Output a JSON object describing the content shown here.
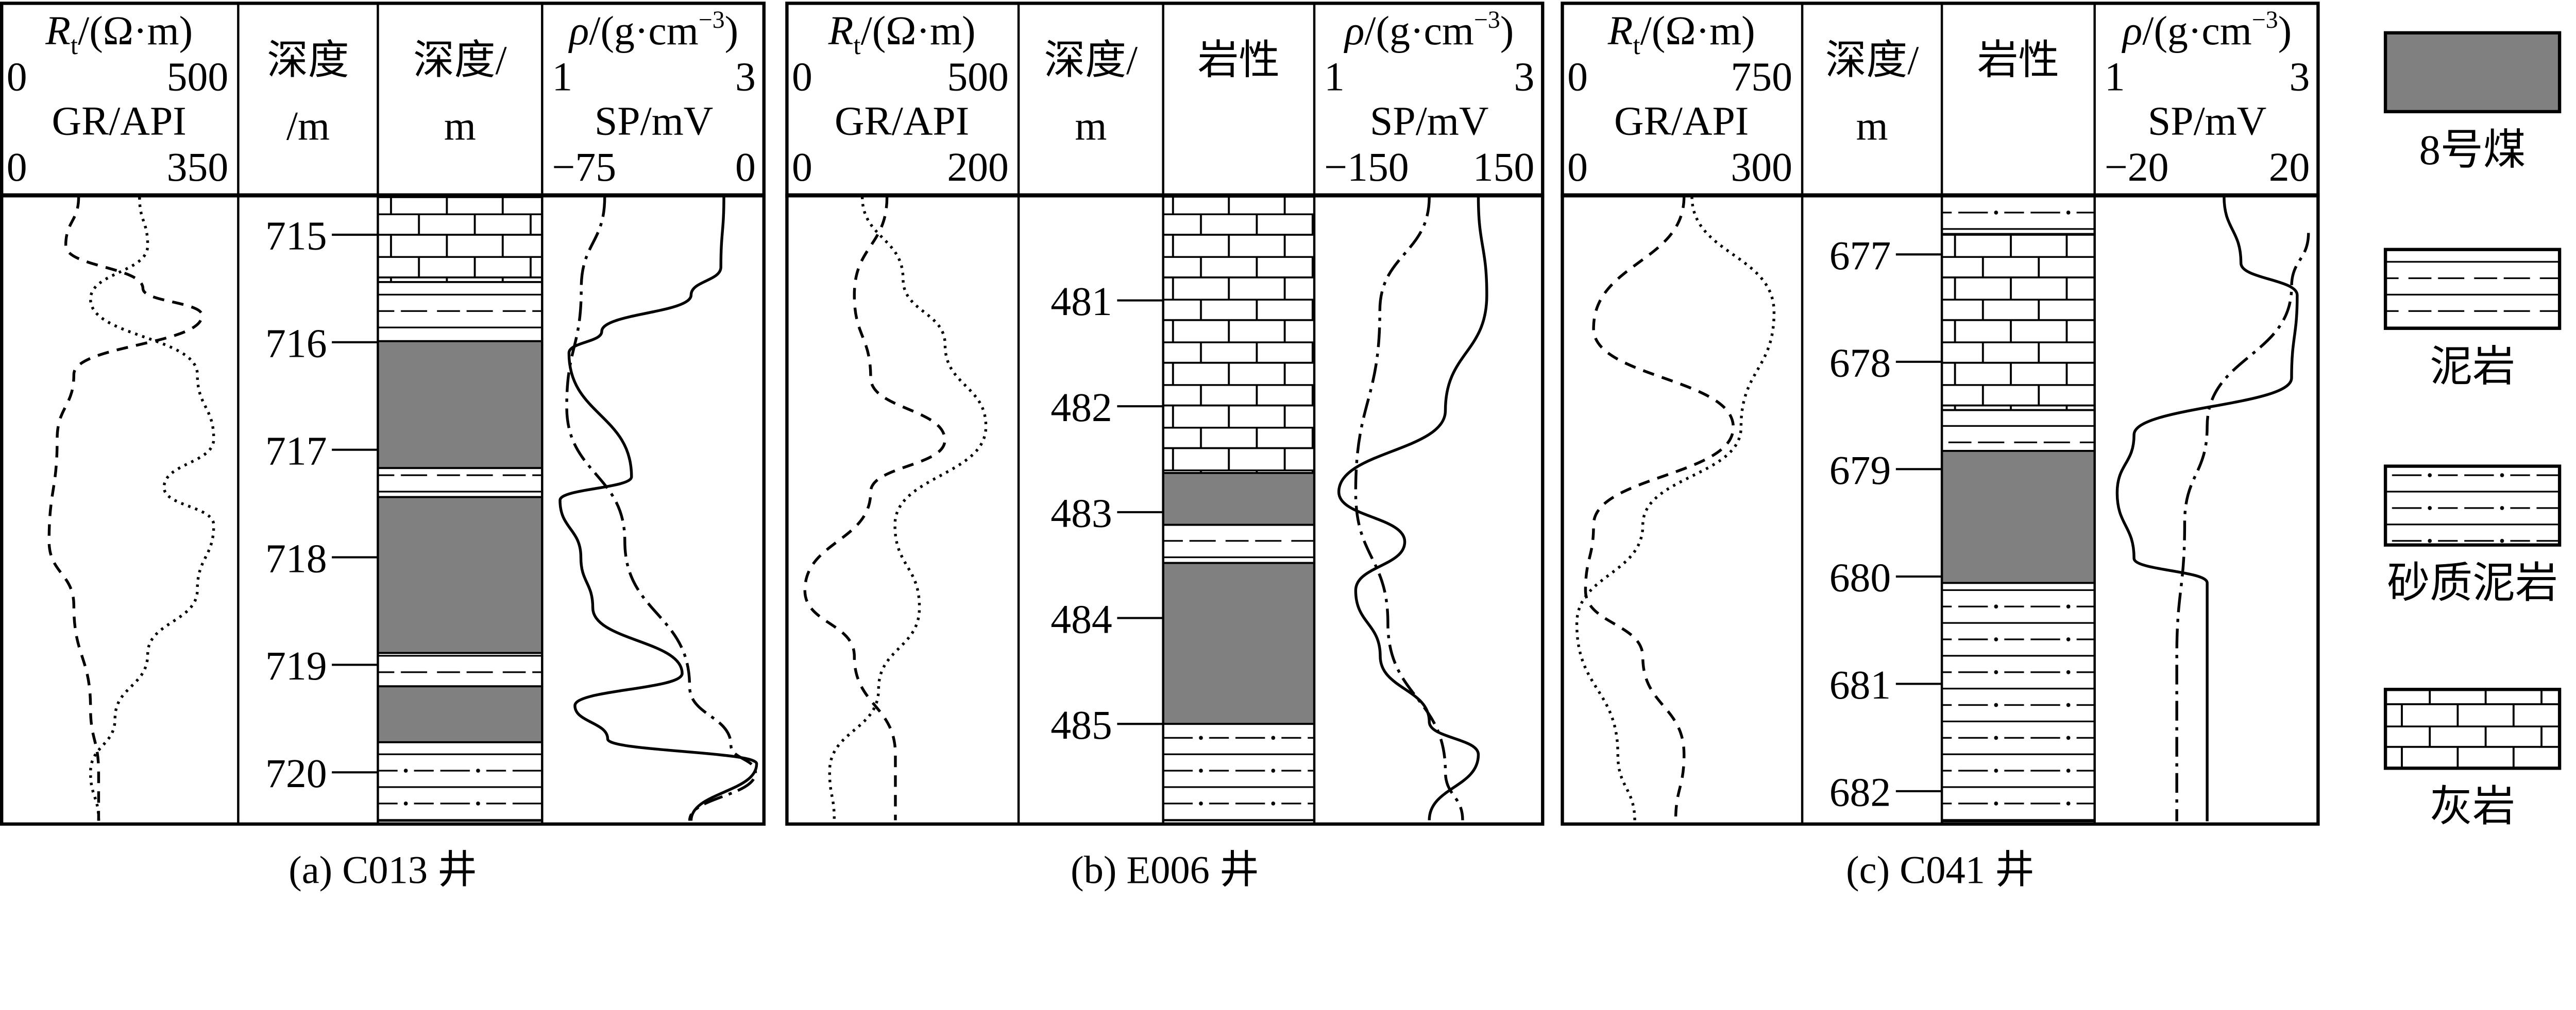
{
  "colors": {
    "coal": "#808080",
    "line": "#000000",
    "background": "#ffffff"
  },
  "panels": [
    {
      "caption": "(a)  C013 井",
      "track1": {
        "rt_symbol": "R",
        "rt_sub": "t",
        "rt_unit": "/(Ω·m)",
        "rt_min": "0",
        "rt_max": "500",
        "gr_label": "GR/API",
        "gr_min": "0",
        "gr_max": "350"
      },
      "depth_header": [
        "深度",
        "/m"
      ],
      "litho_header": [
        "深度/",
        "m"
      ],
      "track4": {
        "rho_symbol": "ρ",
        "rho_unit": "/(g·cm",
        "rho_sup": "−3",
        "rho_close": ")",
        "rho_min": "1",
        "rho_max": "3",
        "sp_label": "SP/mV",
        "sp_min": "−75",
        "sp_max": "0"
      },
      "depth_ticks": [
        "715",
        "716",
        "717",
        "718",
        "719",
        "720"
      ],
      "layers": [
        {
          "type": "limestone",
          "top": 714.65,
          "bottom": 715.44
        },
        {
          "type": "mudstone",
          "top": 715.44,
          "bottom": 715.99
        },
        {
          "type": "coal",
          "top": 715.99,
          "bottom": 717.17
        },
        {
          "type": "mudstone",
          "top": 717.17,
          "bottom": 717.44
        },
        {
          "type": "coal",
          "top": 717.44,
          "bottom": 718.89
        },
        {
          "type": "mudstone",
          "top": 718.89,
          "bottom": 719.2
        },
        {
          "type": "coal",
          "top": 719.2,
          "bottom": 719.72
        },
        {
          "type": "sandy_mudstone",
          "top": 719.72,
          "bottom": 720.45
        }
      ],
      "curves": {
        "Rt": [
          [
            714.65,
            165
          ],
          [
            715.1,
            138
          ],
          [
            715.5,
            300
          ],
          [
            715.75,
            424
          ],
          [
            716.3,
            155
          ],
          [
            716.9,
            120
          ],
          [
            717.85,
            103
          ],
          [
            718.45,
            155
          ],
          [
            719.4,
            190
          ],
          [
            720.0,
            207
          ],
          [
            720.45,
            207
          ]
        ],
        "GR": [
          [
            714.65,
            205
          ],
          [
            715.1,
            217
          ],
          [
            715.6,
            133
          ],
          [
            716.3,
            290
          ],
          [
            716.9,
            314
          ],
          [
            717.35,
            241
          ],
          [
            717.7,
            314
          ],
          [
            718.3,
            290
          ],
          [
            718.9,
            217
          ],
          [
            719.5,
            169
          ],
          [
            720.0,
            133
          ],
          [
            720.45,
            145
          ]
        ],
        "rho": [
          [
            714.65,
            1.56
          ],
          [
            715.5,
            1.35
          ],
          [
            716.6,
            1.22
          ],
          [
            717.85,
            1.74
          ],
          [
            719.2,
            2.32
          ],
          [
            719.75,
            2.69
          ],
          [
            720.0,
            2.91
          ],
          [
            720.45,
            2.32
          ]
        ],
        "SP": [
          [
            714.65,
            -14
          ],
          [
            715.3,
            -15
          ],
          [
            715.56,
            -25
          ],
          [
            715.9,
            -55
          ],
          [
            716.1,
            -66
          ],
          [
            717.25,
            -45
          ],
          [
            717.47,
            -69
          ],
          [
            718.0,
            -62
          ],
          [
            718.47,
            -58
          ],
          [
            719.08,
            -28
          ],
          [
            719.38,
            -64
          ],
          [
            719.69,
            -53
          ],
          [
            719.92,
            -3
          ],
          [
            720.45,
            -25
          ]
        ]
      },
      "ranges": {
        "Rt": [
          0,
          500
        ],
        "GR": [
          0,
          350
        ],
        "rho": [
          1,
          3
        ],
        "SP": [
          -75,
          0
        ]
      }
    },
    {
      "caption": "(b)  E006 井",
      "track1": {
        "rt_symbol": "R",
        "rt_sub": "t",
        "rt_unit": "/(Ω·m)",
        "rt_min": "0",
        "rt_max": "500",
        "gr_label": "GR/API",
        "gr_min": "0",
        "gr_max": "200"
      },
      "depth_header": [
        "深度/",
        "m"
      ],
      "litho_header": [
        "岩性",
        ""
      ],
      "track4": {
        "rho_symbol": "ρ",
        "rho_unit": "/(g·cm",
        "rho_sup": "−3",
        "rho_close": ")",
        "rho_min": "1",
        "rho_max": "3",
        "sp_label": "SP/mV",
        "sp_min": "−150",
        "sp_max": "150"
      },
      "depth_ticks": [
        "481",
        "482",
        "483",
        "484",
        "485"
      ],
      "layers": [
        {
          "type": "limestone",
          "top": 480.02,
          "bottom": 482.63
        },
        {
          "type": "coal",
          "top": 482.63,
          "bottom": 483.12
        },
        {
          "type": "mudstone",
          "top": 483.12,
          "bottom": 483.48
        },
        {
          "type": "coal",
          "top": 483.48,
          "bottom": 485.0
        },
        {
          "type": "sandy_mudstone",
          "top": 485.0,
          "bottom": 485.91
        }
      ],
      "curves": {
        "Rt": [
          [
            480.02,
            218
          ],
          [
            480.95,
            148
          ],
          [
            481.73,
            183
          ],
          [
            482.32,
            342
          ],
          [
            482.81,
            183
          ],
          [
            483.74,
            42
          ],
          [
            484.36,
            148
          ],
          [
            485.29,
            236
          ],
          [
            485.91,
            236
          ]
        ],
        "GR": [
          [
            480.02,
            66
          ],
          [
            480.8,
            101
          ],
          [
            481.42,
            137
          ],
          [
            482.19,
            172
          ],
          [
            483.12,
            94
          ],
          [
            483.9,
            115
          ],
          [
            484.67,
            80
          ],
          [
            485.45,
            38
          ],
          [
            485.91,
            42
          ]
        ],
        "rho": [
          [
            480.02,
            2.0
          ],
          [
            481.1,
            1.57
          ],
          [
            482.81,
            1.36
          ],
          [
            484.05,
            1.64
          ],
          [
            485.45,
            2.14
          ],
          [
            485.91,
            2.29
          ]
        ],
        "SP": [
          [
            480.02,
            64
          ],
          [
            480.95,
            75
          ],
          [
            482.04,
            21
          ],
          [
            482.81,
            -118
          ],
          [
            483.28,
            -32
          ],
          [
            483.74,
            -96
          ],
          [
            484.36,
            -64
          ],
          [
            484.98,
            0
          ],
          [
            485.29,
            64
          ],
          [
            485.91,
            0
          ]
        ]
      },
      "ranges": {
        "Rt": [
          0,
          500
        ],
        "GR": [
          0,
          200
        ],
        "rho": [
          1,
          3
        ],
        "SP": [
          -150,
          150
        ]
      }
    },
    {
      "caption": "(c)  C041 井",
      "track1": {
        "rt_symbol": "R",
        "rt_sub": "t",
        "rt_unit": "/(Ω·m)",
        "rt_min": "0",
        "rt_max": "750",
        "gr_label": "GR/API",
        "gr_min": "0",
        "gr_max": "300"
      },
      "depth_header": [
        "深度/",
        "m"
      ],
      "litho_header": [
        "岩性",
        ""
      ],
      "track4": {
        "rho_symbol": "ρ",
        "rho_unit": "/(g·cm",
        "rho_sup": "−3",
        "rho_close": ")",
        "rho_min": "1",
        "rho_max": "3",
        "sp_label": "SP/mV",
        "sp_min": "−20",
        "sp_max": "20"
      },
      "depth_ticks": [
        "677",
        "678",
        "679",
        "680",
        "681",
        "682"
      ],
      "layers": [
        {
          "type": "sandy_mudstone",
          "top": 676.46,
          "bottom": 676.81
        },
        {
          "type": "limestone",
          "top": 676.81,
          "bottom": 678.45
        },
        {
          "type": "mudstone",
          "top": 678.45,
          "bottom": 678.83
        },
        {
          "type": "coal",
          "top": 678.83,
          "bottom": 680.06
        },
        {
          "type": "sandy_mudstone",
          "top": 680.06,
          "bottom": 682.28
        }
      ],
      "curves": {
        "Rt": [
          [
            676.46,
            383
          ],
          [
            677.69,
            102
          ],
          [
            678.61,
            536
          ],
          [
            679.52,
            102
          ],
          [
            680.13,
            77
          ],
          [
            680.75,
            255
          ],
          [
            681.66,
            383
          ],
          [
            682.28,
            357
          ]
        ],
        "GR": [
          [
            676.46,
            163
          ],
          [
            677.54,
            265
          ],
          [
            678.61,
            224
          ],
          [
            679.52,
            102
          ],
          [
            680.44,
            20
          ],
          [
            681.66,
            71
          ],
          [
            682.28,
            92
          ]
        ],
        "rho": [
          [
            676.8,
            2.9
          ],
          [
            677.3,
            2.75
          ],
          [
            678.6,
            2.0
          ],
          [
            679.5,
            1.8
          ],
          [
            680.75,
            1.73
          ],
          [
            682.28,
            1.73
          ]
        ],
        "SP": [
          [
            676.46,
            3
          ],
          [
            677.08,
            6
          ],
          [
            677.38,
            16
          ],
          [
            678.15,
            15
          ],
          [
            678.68,
            -13
          ],
          [
            679.22,
            -16
          ],
          [
            679.83,
            -13
          ],
          [
            680.06,
            0
          ],
          [
            682.28,
            0
          ]
        ]
      },
      "ranges": {
        "Rt": [
          0,
          750
        ],
        "GR": [
          0,
          300
        ],
        "rho": [
          1,
          3
        ],
        "SP": [
          -20,
          20
        ]
      }
    }
  ],
  "legend": [
    {
      "type": "coal",
      "label": "8号煤"
    },
    {
      "type": "mudstone",
      "label": "泥岩"
    },
    {
      "type": "sandy_mudstone",
      "label": "砂质泥岩"
    },
    {
      "type": "limestone",
      "label": "灰岩"
    }
  ]
}
